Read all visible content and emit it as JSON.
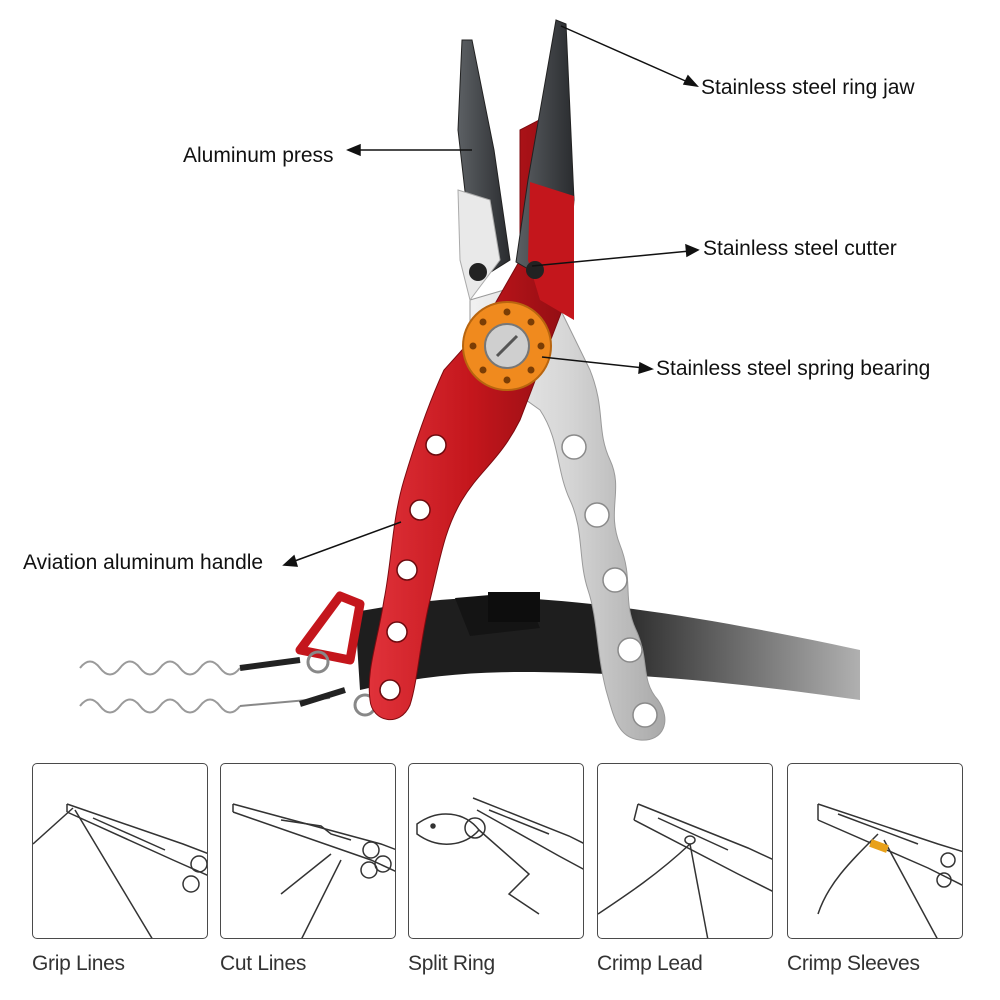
{
  "callouts": {
    "ring_jaw": "Stainless steel ring jaw",
    "press": "Aluminum press",
    "cutter": "Stainless steel cutter",
    "bearing": "Stainless steel spring bearing",
    "handle": "Aviation aluminum handle"
  },
  "uses": [
    {
      "label": "Grip Lines"
    },
    {
      "label": "Cut Lines"
    },
    {
      "label": "Split Ring"
    },
    {
      "label": "Crimp Lead"
    },
    {
      "label": "Crimp Sleeves"
    }
  ],
  "colors": {
    "red_handle": "#c4161c",
    "silver_handle": "#d9d9d9",
    "bearing_orange": "#f08a1e",
    "jaw_dark": "#3a3d40",
    "sleeve_accent": "#e8a11a"
  },
  "icons": [
    "pliers-product-photo",
    "coil-lanyard",
    "sheath",
    "carabiner",
    "fish-icon"
  ]
}
